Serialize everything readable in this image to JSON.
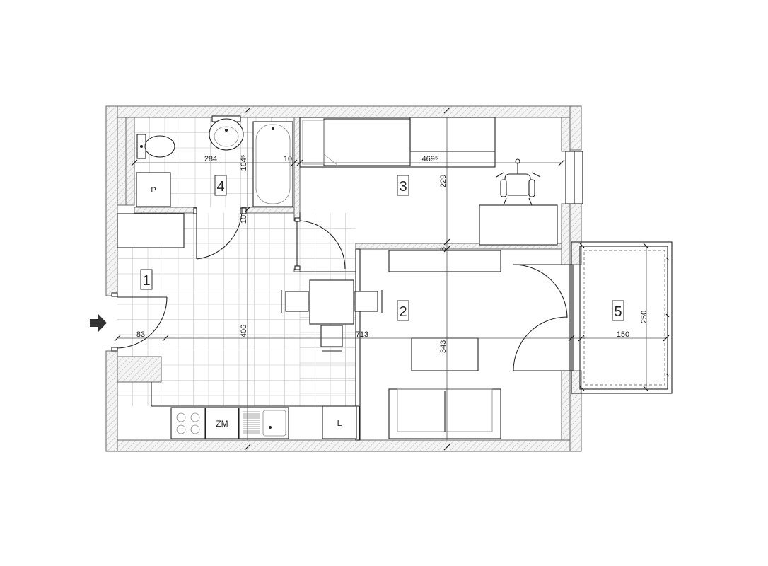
{
  "rooms": [
    {
      "number": "1"
    },
    {
      "number": "2"
    },
    {
      "number": "3"
    },
    {
      "number": "4"
    },
    {
      "number": "5"
    }
  ],
  "dimensions": {
    "bath_width": "284",
    "bath_height": "164⁵",
    "bath_wall": "10",
    "bath_door_wall": "10",
    "room3_width": "469⁵",
    "room3_height": "229",
    "partition": "8",
    "hall_height": "406",
    "entry_width": "83",
    "total_width": "713",
    "room2_height": "343",
    "balcony_width": "150",
    "balcony_height": "250"
  },
  "fixtures": {
    "washing_machine": "P",
    "dishwasher": "ZM",
    "fridge": "L"
  },
  "icons": {
    "entrance": "entrance-arrow-icon"
  }
}
